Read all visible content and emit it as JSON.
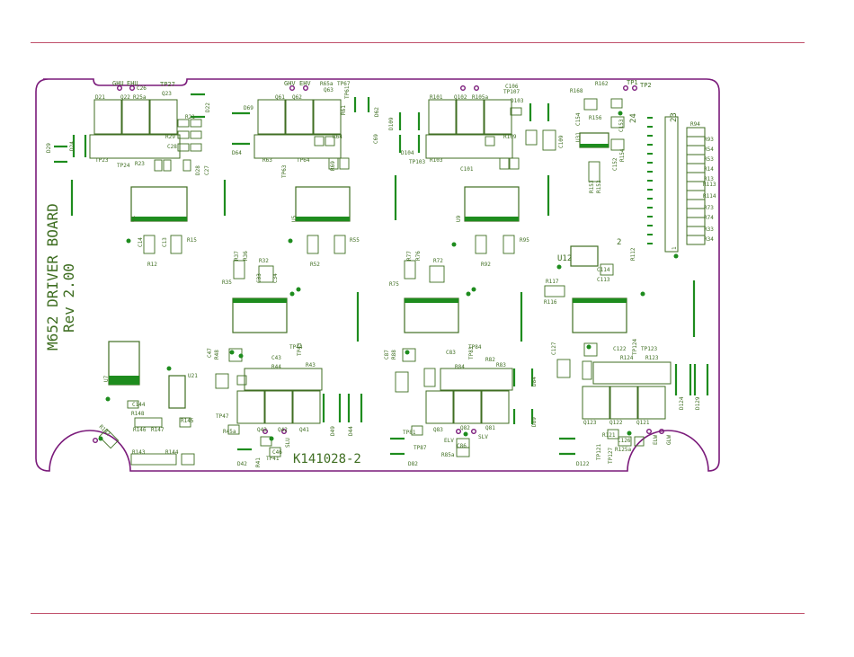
{
  "board": {
    "title": "M652 DRIVER BOARD",
    "revision": "Rev 2.00",
    "part_number": "K141028-2"
  },
  "colors": {
    "outline": "#7a1a7a",
    "silk": "#3f6e22",
    "copper": "#1e8c1e",
    "rule": "#c0506a"
  },
  "ref_labels": [
    {
      "t": "GHU"
    },
    {
      "t": "EHU"
    },
    {
      "t": "C26"
    },
    {
      "t": "TP27"
    },
    {
      "t": "D21"
    },
    {
      "t": "Q22"
    },
    {
      "t": "R25a"
    },
    {
      "t": "Q23"
    },
    {
      "t": "R21"
    },
    {
      "t": "D22"
    },
    {
      "t": "TP23"
    },
    {
      "t": "TP24"
    },
    {
      "t": "R23"
    },
    {
      "t": "R29"
    },
    {
      "t": "C28"
    },
    {
      "t": "D29"
    },
    {
      "t": "D24"
    },
    {
      "t": "C27"
    },
    {
      "t": "D28"
    },
    {
      "t": "GHV"
    },
    {
      "t": "EHV"
    },
    {
      "t": "R65a"
    },
    {
      "t": "TP67"
    },
    {
      "t": "Q61"
    },
    {
      "t": "Q62"
    },
    {
      "t": "Q63"
    },
    {
      "t": "D69"
    },
    {
      "t": "D62"
    },
    {
      "t": "D64"
    },
    {
      "t": "R63"
    },
    {
      "t": "TP63"
    },
    {
      "t": "TP64"
    },
    {
      "t": "R64"
    },
    {
      "t": "R69"
    },
    {
      "t": "C69"
    },
    {
      "t": "R61"
    },
    {
      "t": "TP61"
    },
    {
      "t": "R101"
    },
    {
      "t": "Q102"
    },
    {
      "t": "R105a"
    },
    {
      "t": "C106"
    },
    {
      "t": "TP107"
    },
    {
      "t": "D103"
    },
    {
      "t": "D109"
    },
    {
      "t": "D104"
    },
    {
      "t": "TP103"
    },
    {
      "t": "R103"
    },
    {
      "t": "C101"
    },
    {
      "t": "R109"
    },
    {
      "t": "C109"
    },
    {
      "t": "R168"
    },
    {
      "t": "R162"
    },
    {
      "t": "TP1"
    },
    {
      "t": "TP2"
    },
    {
      "t": "R156"
    },
    {
      "t": "C154"
    },
    {
      "t": "C153"
    },
    {
      "t": "24"
    },
    {
      "t": "23"
    },
    {
      "t": "R94"
    },
    {
      "t": "R93"
    },
    {
      "t": "R54"
    },
    {
      "t": "R53"
    },
    {
      "t": "R14"
    },
    {
      "t": "R13"
    },
    {
      "t": "R113"
    },
    {
      "t": "R114"
    },
    {
      "t": "R73"
    },
    {
      "t": "R74"
    },
    {
      "t": "R33"
    },
    {
      "t": "R34"
    },
    {
      "t": "U31"
    },
    {
      "t": "R153"
    },
    {
      "t": "R152"
    },
    {
      "t": "C152"
    },
    {
      "t": "R154"
    },
    {
      "t": "2"
    },
    {
      "t": "1"
    },
    {
      "t": "U1"
    },
    {
      "t": "R15"
    },
    {
      "t": "R12"
    },
    {
      "t": "C14"
    },
    {
      "t": "C13"
    },
    {
      "t": "U5"
    },
    {
      "t": "R55"
    },
    {
      "t": "R52"
    },
    {
      "t": "U9"
    },
    {
      "t": "R95"
    },
    {
      "t": "R92"
    },
    {
      "t": "R37"
    },
    {
      "t": "R36"
    },
    {
      "t": "R32"
    },
    {
      "t": "R35"
    },
    {
      "t": "C33"
    },
    {
      "t": "C34"
    },
    {
      "t": "R77"
    },
    {
      "t": "R76"
    },
    {
      "t": "R72"
    },
    {
      "t": "R75"
    },
    {
      "t": "U12"
    },
    {
      "t": "C114"
    },
    {
      "t": "C113"
    },
    {
      "t": "R112"
    },
    {
      "t": "R117"
    },
    {
      "t": "R116"
    },
    {
      "t": "M652 DRIVER BOARD"
    },
    {
      "t": "Rev 2.00"
    },
    {
      "t": "U7"
    },
    {
      "t": "U21"
    },
    {
      "t": "C144"
    },
    {
      "t": "R148"
    },
    {
      "t": "R146"
    },
    {
      "t": "R147"
    },
    {
      "t": "R145"
    },
    {
      "t": "R142"
    },
    {
      "t": "R143"
    },
    {
      "t": "R144"
    },
    {
      "t": "C47"
    },
    {
      "t": "R48"
    },
    {
      "t": "C43"
    },
    {
      "t": "TP44"
    },
    {
      "t": "TP43"
    },
    {
      "t": "R44"
    },
    {
      "t": "R43"
    },
    {
      "t": "TP47"
    },
    {
      "t": "R45a"
    },
    {
      "t": "Q43"
    },
    {
      "t": "Q42"
    },
    {
      "t": "Q41"
    },
    {
      "t": "D49"
    },
    {
      "t": "D44"
    },
    {
      "t": "C46"
    },
    {
      "t": "D42"
    },
    {
      "t": "R41"
    },
    {
      "t": "TP41"
    },
    {
      "t": "SLU"
    },
    {
      "t": "C87"
    },
    {
      "t": "R88"
    },
    {
      "t": "C83"
    },
    {
      "t": "TP84"
    },
    {
      "t": "TP83"
    },
    {
      "t": "R84"
    },
    {
      "t": "R83"
    },
    {
      "t": "R82"
    },
    {
      "t": "D89"
    },
    {
      "t": "D84"
    },
    {
      "t": "Q83"
    },
    {
      "t": "Q82"
    },
    {
      "t": "Q81"
    },
    {
      "t": "TP81"
    },
    {
      "t": "ELV"
    },
    {
      "t": "SLV"
    },
    {
      "t": "C86"
    },
    {
      "t": "TP87"
    },
    {
      "t": "R85a"
    },
    {
      "t": "D82"
    },
    {
      "t": "C127"
    },
    {
      "t": "TP124"
    },
    {
      "t": "TP123"
    },
    {
      "t": "R124"
    },
    {
      "t": "R123"
    },
    {
      "t": "C122"
    },
    {
      "t": "Q123"
    },
    {
      "t": "Q122"
    },
    {
      "t": "Q121"
    },
    {
      "t": "D124"
    },
    {
      "t": "D129"
    },
    {
      "t": "R121"
    },
    {
      "t": "C126"
    },
    {
      "t": "R125a"
    },
    {
      "t": "ELW"
    },
    {
      "t": "GLW"
    },
    {
      "t": "D122"
    },
    {
      "t": "TP121"
    },
    {
      "t": "TP127"
    },
    {
      "t": "K141028-2"
    }
  ]
}
